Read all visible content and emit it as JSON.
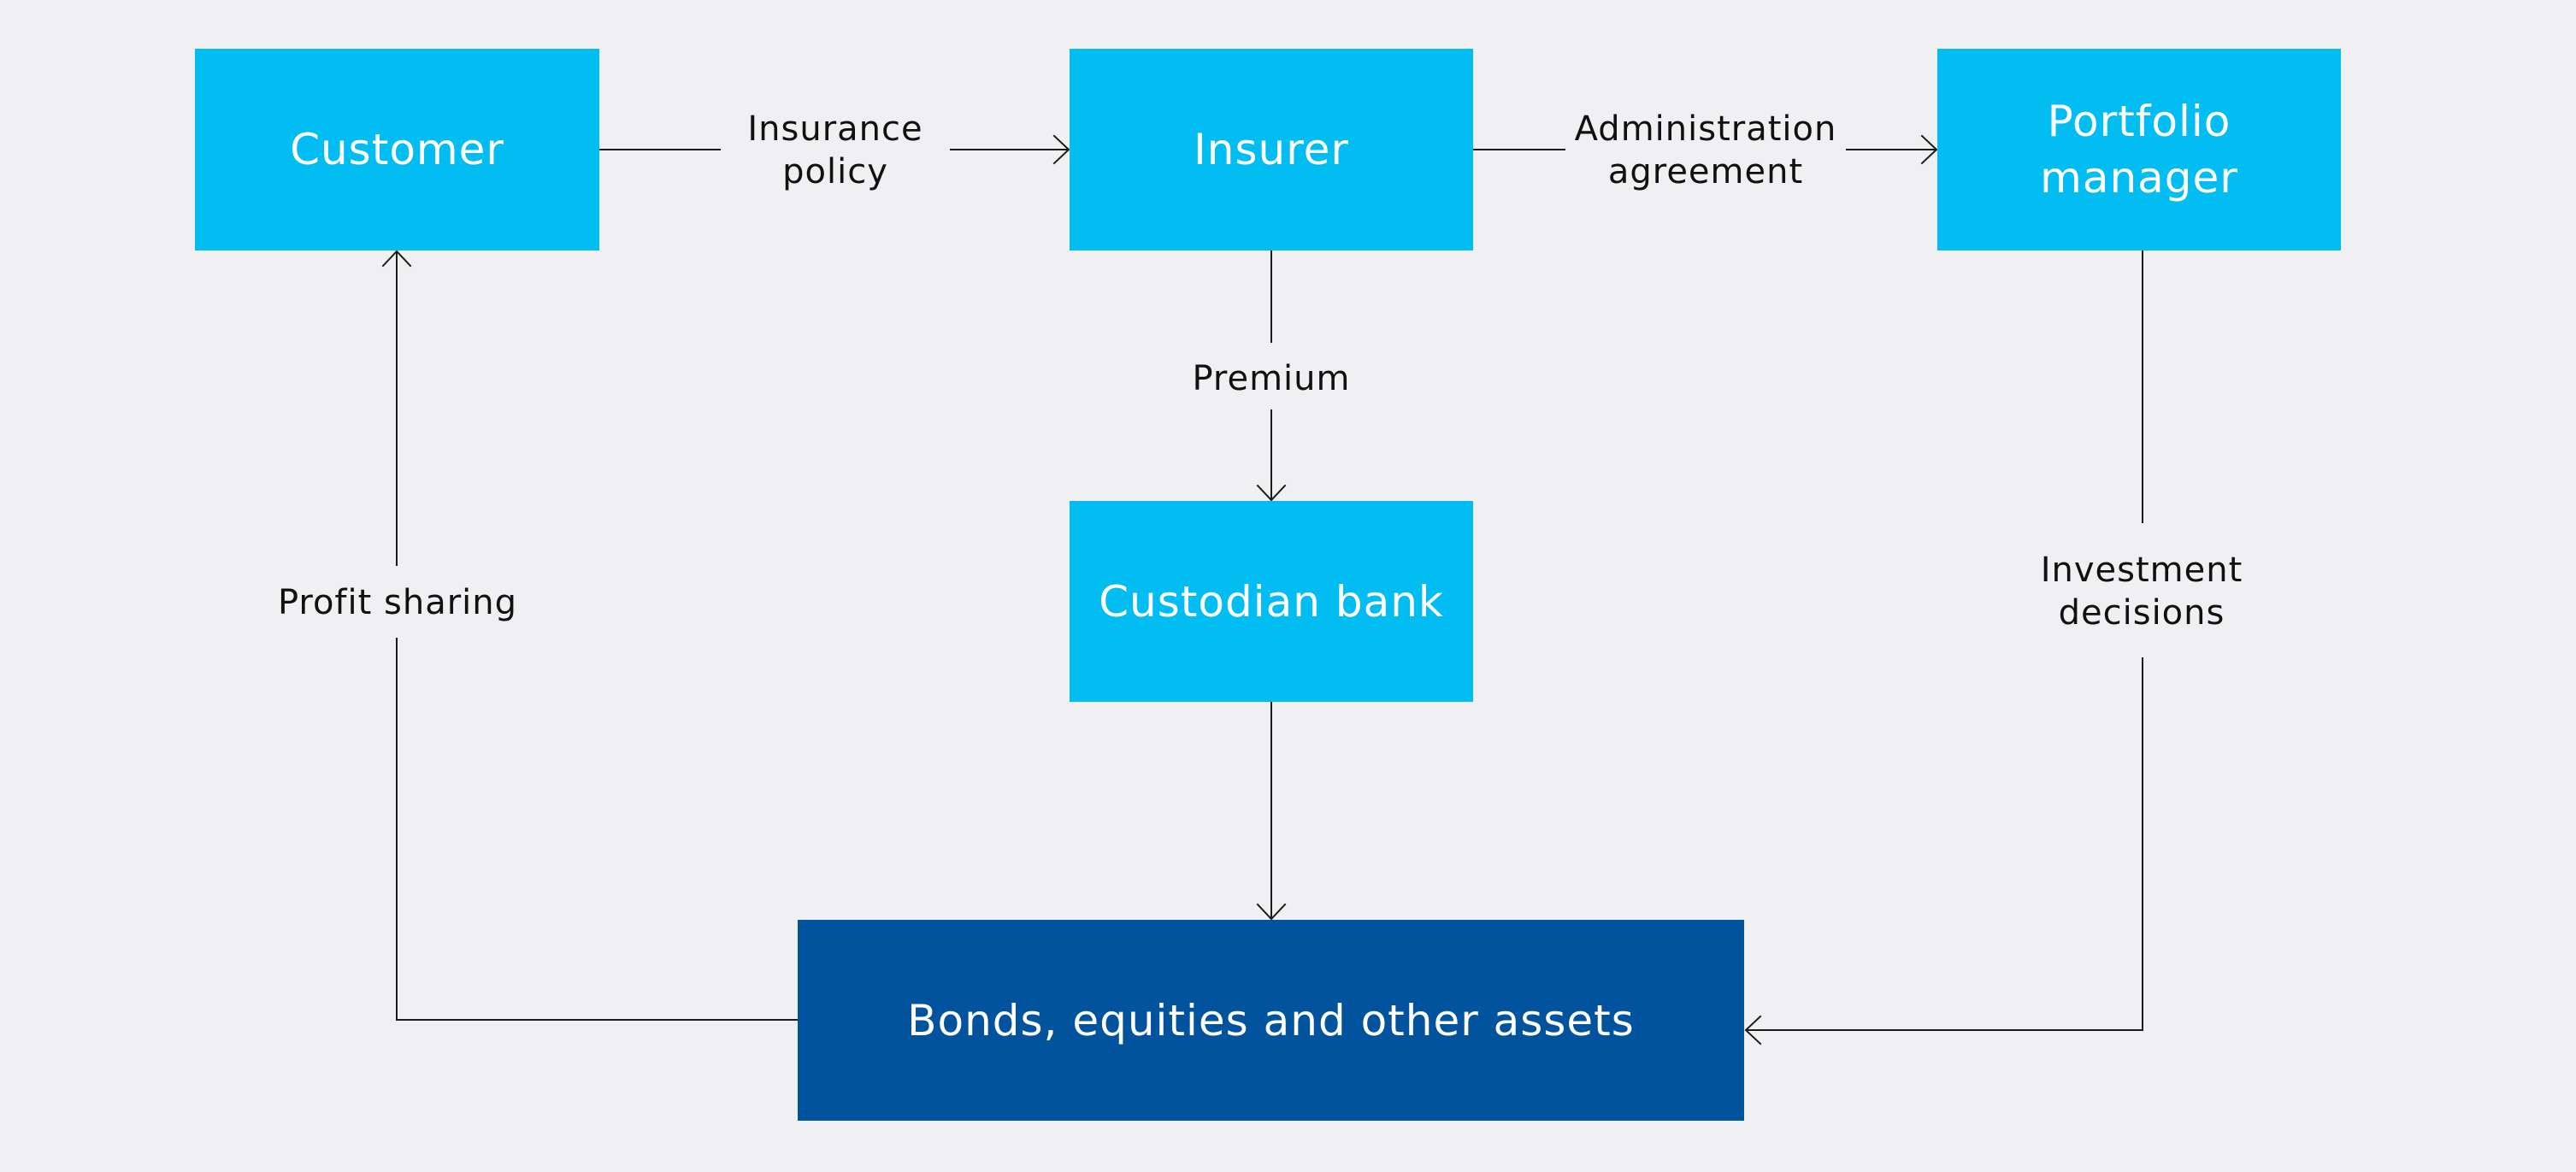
{
  "diagram": {
    "nodes": {
      "customer": "Customer",
      "insurer": "Insurer",
      "portfolio_manager": "Portfolio\nmanager",
      "custodian_bank": "Custodian bank",
      "assets": "Bonds, equities and other assets"
    },
    "edges": {
      "customer_to_insurer": "Insurance\npolicy",
      "insurer_to_portfolio_manager": "Administration\nagreement",
      "insurer_to_custodian_bank": "Premium",
      "assets_to_customer": "Profit sharing",
      "portfolio_manager_to_assets": "Investment\ndecisions"
    }
  },
  "colors": {
    "background": "#f0f0f2",
    "node_light": "#01bdf2",
    "node_dark": "#01539d",
    "line": "#1c1c1c"
  }
}
